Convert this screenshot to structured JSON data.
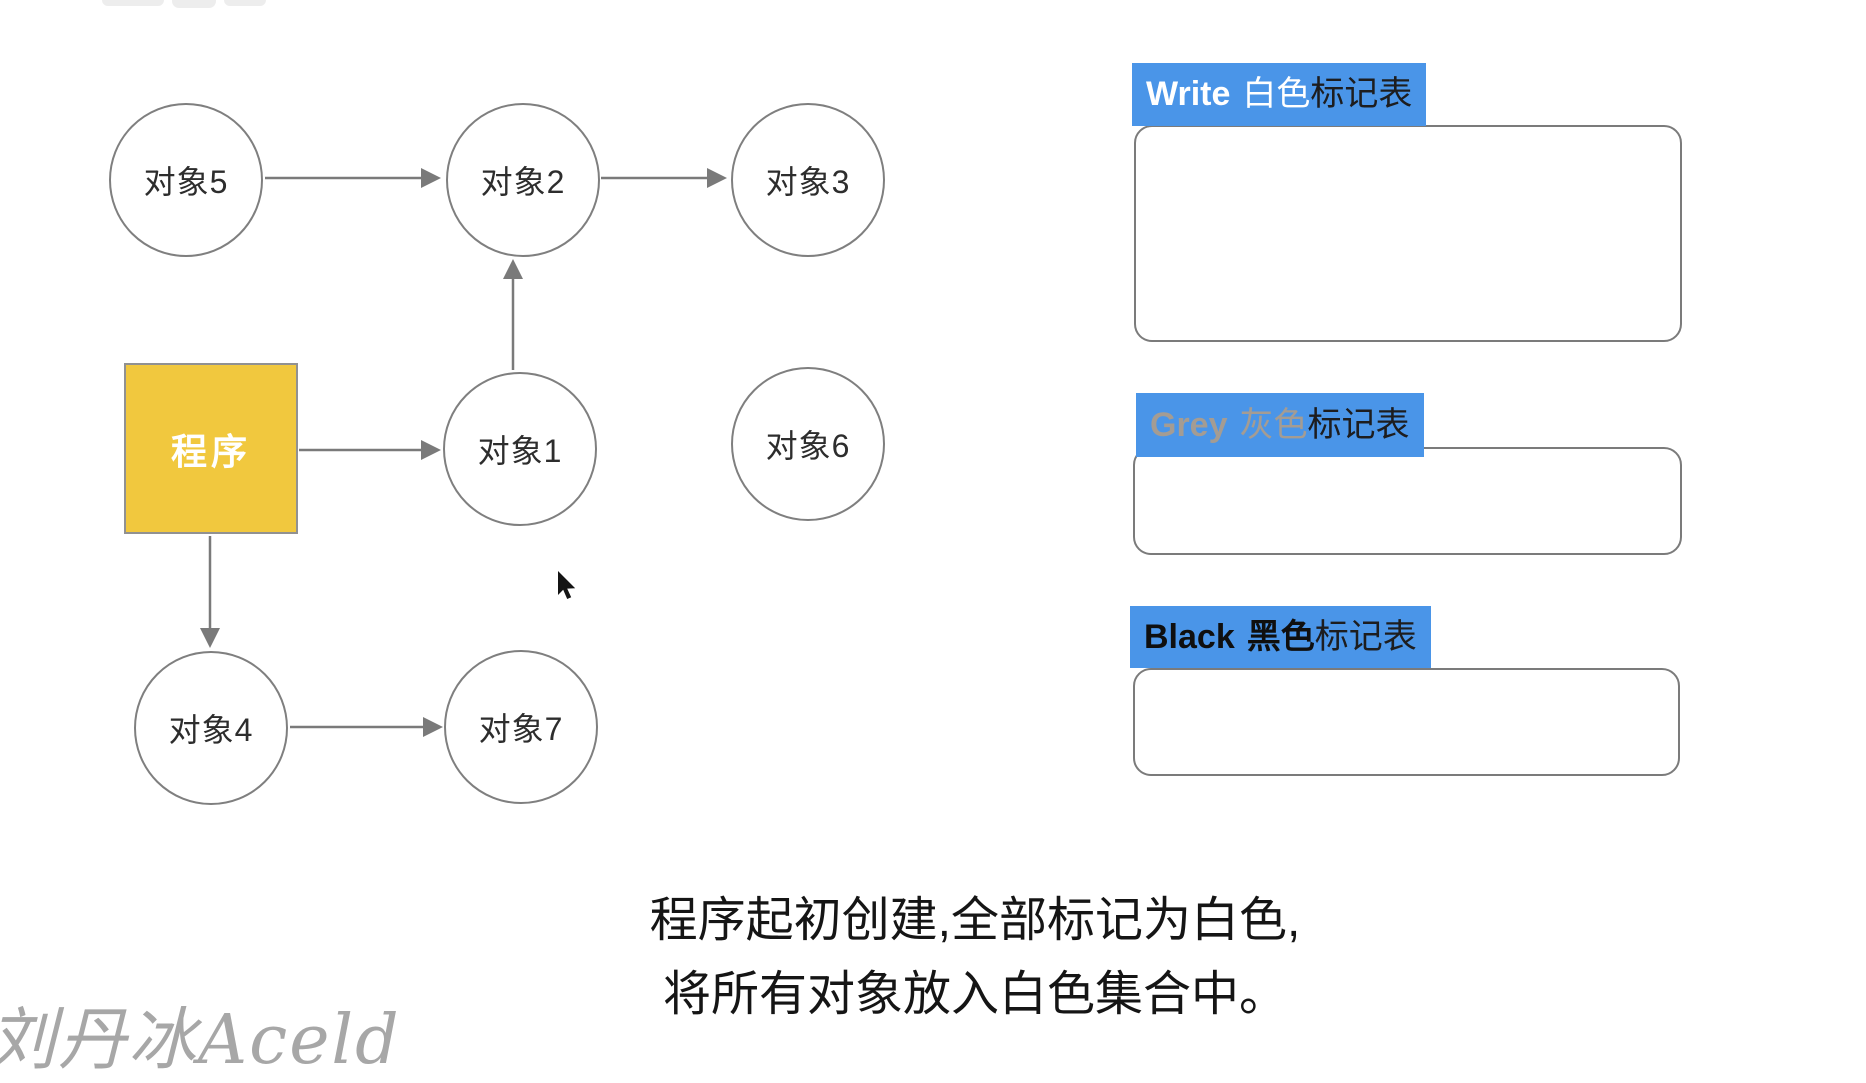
{
  "diagram": {
    "program_node": {
      "label": "程序"
    },
    "nodes": [
      {
        "id": "obj5",
        "label": "对象5"
      },
      {
        "id": "obj2",
        "label": "对象2"
      },
      {
        "id": "obj3",
        "label": "对象3"
      },
      {
        "id": "obj1",
        "label": "对象1"
      },
      {
        "id": "obj6",
        "label": "对象6"
      },
      {
        "id": "obj4",
        "label": "对象4"
      },
      {
        "id": "obj7",
        "label": "对象7"
      }
    ],
    "edges": [
      "对象5→对象2",
      "对象2→对象3",
      "对象1→对象2",
      "程序→对象1",
      "程序→对象4",
      "对象4→对象7"
    ]
  },
  "panels": [
    {
      "id": "white",
      "en": "Write",
      "cn": "白色",
      "suffix": "标记表"
    },
    {
      "id": "grey",
      "en": "Grey",
      "cn": "灰色",
      "suffix": "标记表"
    },
    {
      "id": "black",
      "en": "Black",
      "cn": "黑色",
      "suffix": "标记表"
    }
  ],
  "caption": {
    "line1": "程序起初创建,全部标记为白色,",
    "line2": "将所有对象放入白色集合中。"
  },
  "watermark": "刘丹冰Aceld",
  "colors": {
    "panel_label_bg": "#4a95e8",
    "white_tag_text": "#ffffff",
    "grey_tag_text": "#a49c93",
    "black_tag_text": "#0f0f0f",
    "suffix_text": "#1d1d1f",
    "program_fill": "#f1c83e",
    "node_border": "#7f7f7f",
    "arrow": "#7a7a7a",
    "caption_text": "#151515",
    "watermark_text": "#a7a7a7"
  }
}
